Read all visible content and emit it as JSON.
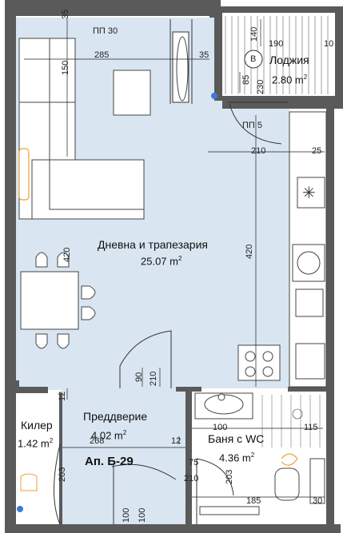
{
  "rooms": {
    "living": {
      "name": "Дневна и трапезария",
      "area": "25.07 m",
      "unit_sup": "2"
    },
    "loggia": {
      "name": "Лоджия",
      "area": "2.80 m",
      "unit_sup": "2",
      "badge": "B"
    },
    "hall": {
      "name": "Преддверие",
      "area": "4.02 m",
      "unit_sup": "2"
    },
    "storage": {
      "name": "Килер",
      "area": "1.42 m",
      "unit_sup": "2"
    },
    "bath": {
      "name": "Баня с WC",
      "area": "4.36 m",
      "unit_sup": "2"
    }
  },
  "apartment": {
    "id": "Ап. Б-29"
  },
  "windows": {
    "pp30": "ПП 30",
    "pp5": "ПП 5"
  },
  "dims": {
    "d285": "285",
    "d35a": "35",
    "d35b": "35",
    "d150": "150",
    "d190": "190",
    "d10": "10",
    "d140": "140",
    "d85": "85",
    "d230": "230",
    "d210a": "210",
    "d25": "25",
    "d420a": "420",
    "d420b": "420",
    "d90": "90",
    "d210b": "210",
    "d12a": "12",
    "d268": "268",
    "d12b": "12",
    "d100a": "100",
    "d115": "115",
    "d75": "75",
    "d210c": "210",
    "d203a": "203",
    "d203b": "203",
    "d185": "185",
    "d30": "30",
    "d100b": "100",
    "d100c": "100"
  },
  "colors": {
    "floor": "#d9e6f1",
    "wall": "#5a5a5a",
    "furniture": "#ffffff",
    "accent": "#f0a030"
  }
}
